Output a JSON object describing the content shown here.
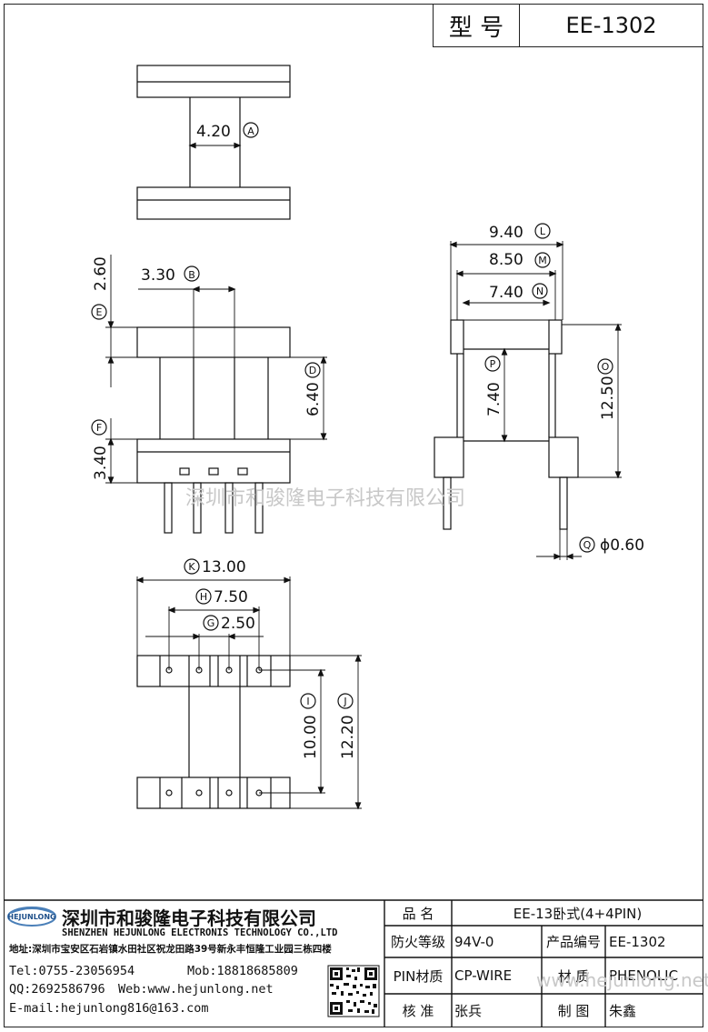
{
  "header": {
    "model_label": "型 号",
    "model_value": "EE-1302"
  },
  "dimensions": {
    "a": "4.20",
    "a_mark": "A",
    "b": "3.30",
    "b_mark": "B",
    "e": "2.60",
    "e_mark": "E",
    "d": "6.40",
    "d_mark": "D",
    "f": "3.40",
    "f_mark": "F",
    "l": "9.40",
    "l_mark": "L",
    "m": "8.50",
    "m_mark": "M",
    "n": "7.40",
    "n_mark": "N",
    "p": "7.40",
    "p_mark": "P",
    "o": "12.50",
    "o_mark": "O",
    "q": "ϕ0.60",
    "q_mark": "Q",
    "k": "13.00",
    "k_mark": "K",
    "h": "7.50",
    "h_mark": "H",
    "g": "2.50",
    "g_mark": "G",
    "i": "10.00",
    "i_mark": "I",
    "j": "12.20",
    "j_mark": "J"
  },
  "company": {
    "logo_text": "HEJUNLONG",
    "name_cn": "深圳市和骏隆电子科技有限公司",
    "name_en": "SHENZHEN HEJUNLONG ELECTRONIS TECHNOLOGY CO.,LTD",
    "address": "地址:深圳市宝安区石岩镇水田社区祝龙田路39号新永丰恒隆工业园三栋四楼",
    "tel": "Tel:0755-23056954",
    "mob": "Mob:18818685809",
    "qq": "QQ:2692586796",
    "web": "Web:www.hejunlong.net",
    "email": "E-mail:hejunlong816@163.com"
  },
  "title_block": {
    "name_label": "品 名",
    "name_value": "EE-13卧式(4+4PIN)",
    "fire_label": "防火等级",
    "fire_value": "94V-0",
    "code_label": "产品编号",
    "code_value": "EE-1302",
    "pin_label": "PIN材质",
    "pin_value": "CP-WIRE",
    "mat_label": "材 质",
    "mat_value": "PHENOLIC",
    "check_label": "核 准",
    "check_value": "张兵",
    "draw_label": "制 图",
    "draw_value": "朱鑫"
  },
  "watermarks": {
    "center": "深圳市和骏隆电子科技有限公司",
    "bottom": "www.hejunlong.net"
  }
}
